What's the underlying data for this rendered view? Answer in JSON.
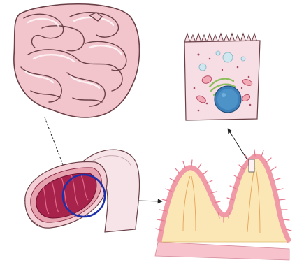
{
  "figure": {
    "panels": [
      {
        "id": "small-intestine",
        "icon": "intestine-icon"
      },
      {
        "id": "intestine-section",
        "icon": "intestine-cross-section-icon"
      },
      {
        "id": "villi-tissue",
        "icon": "villi-icon"
      },
      {
        "id": "epithelial-cell",
        "icon": "enterocyte-cell-icon"
      }
    ],
    "arrows": [
      {
        "from": "small-intestine",
        "to": "intestine-section"
      },
      {
        "from": "intestine-section",
        "to": "villi-tissue"
      },
      {
        "from": "villi-tissue",
        "to": "epithelial-cell"
      }
    ],
    "colors": {
      "intestine": "#f2c4cc",
      "intestine_outline": "#6a4047",
      "mucosa": "#a8234c",
      "zoom_circle": "#1f2fa8",
      "villi_core": "#fbe7b5",
      "villi_edge": "#f09aa8",
      "submucosa": "#f7c2cc",
      "cell_body": "#f7dde4",
      "nucleus": "#3d7fb8",
      "golgi": "#9cc96a",
      "mitochondria": "#e0788c"
    }
  }
}
